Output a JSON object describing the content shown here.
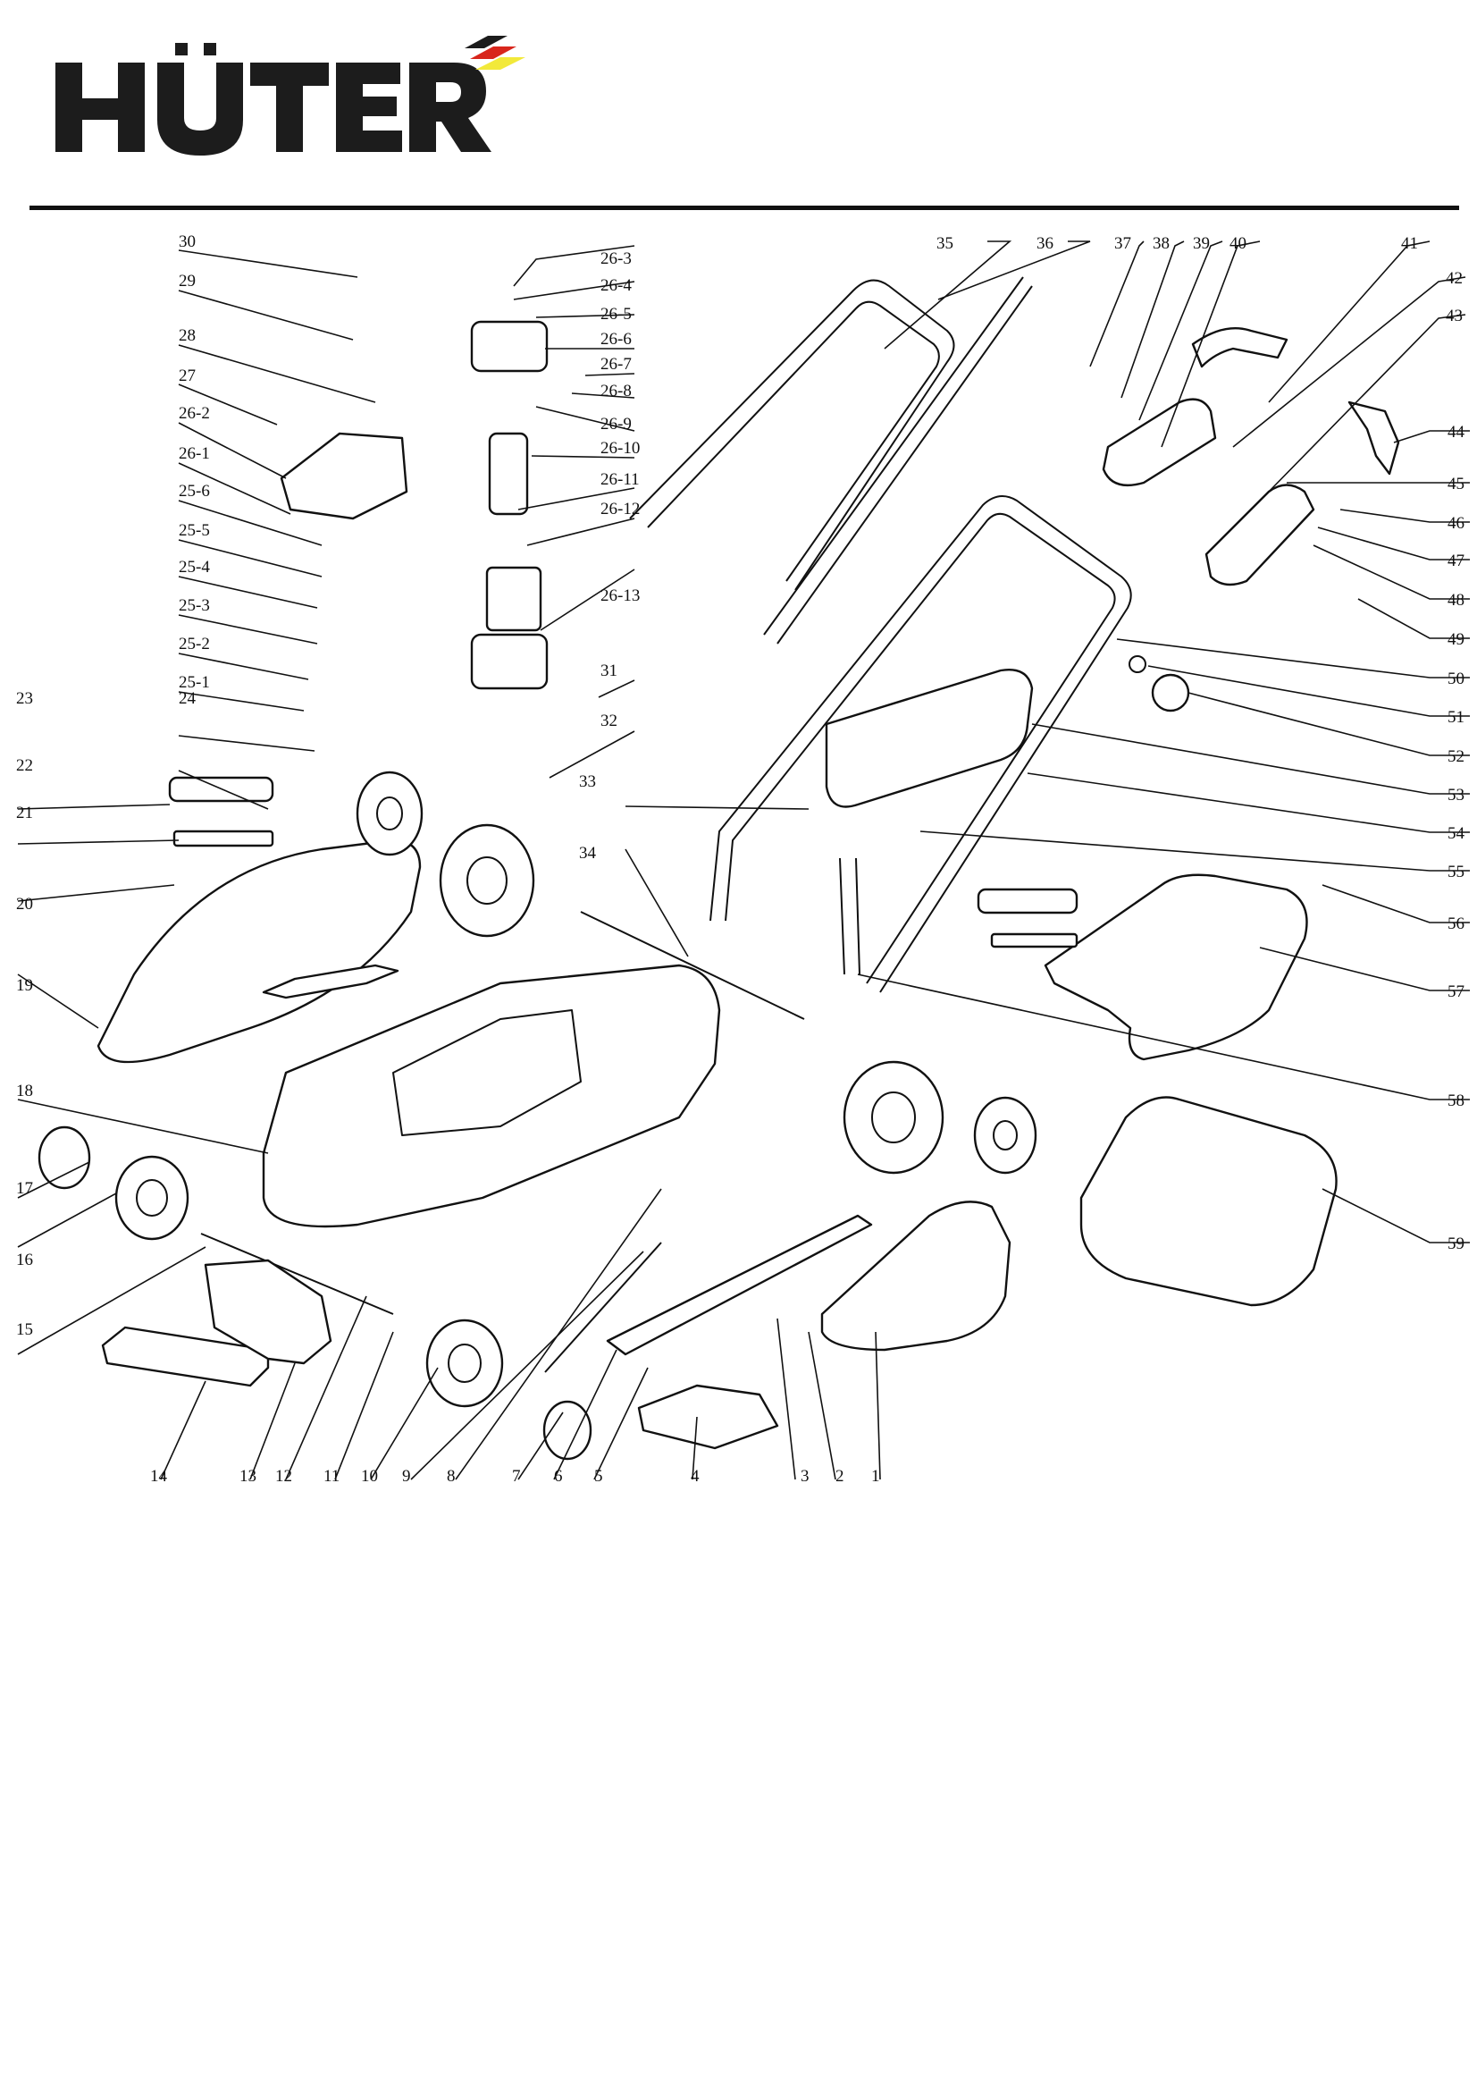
{
  "brand": {
    "name": "HÜTER",
    "accent_colors": [
      "#d8261c",
      "#f2e93a",
      "#1c1c1c"
    ]
  },
  "diagram": {
    "title": "Exploded parts diagram – electric lawn mower",
    "labels": [
      "30",
      "29",
      "28",
      "27",
      "26-2",
      "26-1",
      "25-6",
      "25-5",
      "25-4",
      "25-3",
      "25-2",
      "25-1",
      "26-3",
      "26-4",
      "26-5",
      "26-6",
      "26-7",
      "26-8",
      "26-9",
      "26-10",
      "26-11",
      "26-12",
      "26-13",
      "23",
      "24",
      "22",
      "21",
      "20",
      "19",
      "18",
      "17",
      "16",
      "15",
      "14",
      "13",
      "12",
      "11",
      "10",
      "9",
      "8",
      "7",
      "6",
      "5",
      "4",
      "3",
      "2",
      "1",
      "31",
      "32",
      "33",
      "34",
      "35",
      "36",
      "37",
      "38",
      "39",
      "40",
      "41",
      "42",
      "43",
      "44",
      "45",
      "46",
      "47",
      "48",
      "49",
      "50",
      "51",
      "52",
      "53",
      "54",
      "55",
      "56",
      "57",
      "58",
      "59"
    ]
  }
}
